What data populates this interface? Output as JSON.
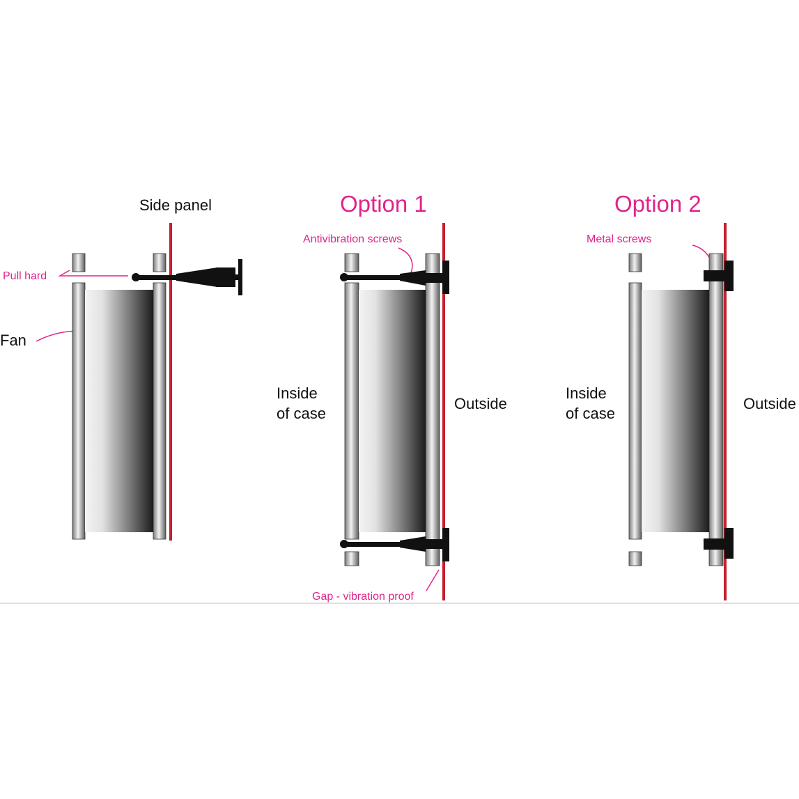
{
  "colors": {
    "accent": "#e0248c",
    "panel": "#c4202f",
    "dark": "#111111",
    "separator": "#bfbfbf"
  },
  "panel_left": {
    "side_panel_label": "Side panel",
    "pull_hard_label": "Pull hard",
    "fan_label": "Fan"
  },
  "panel_option1": {
    "title": "Option 1",
    "antivibration_label": "Antivibration screws",
    "inside_line1": "Inside",
    "inside_line2": "of case",
    "outside_label": "Outside",
    "gap_label": "Gap - vibration proof"
  },
  "panel_option2": {
    "title": "Option 2",
    "metal_screws_label": "Metal screws",
    "inside_line1": "Inside",
    "inside_line2": "of case",
    "outside_label": "Outside"
  }
}
